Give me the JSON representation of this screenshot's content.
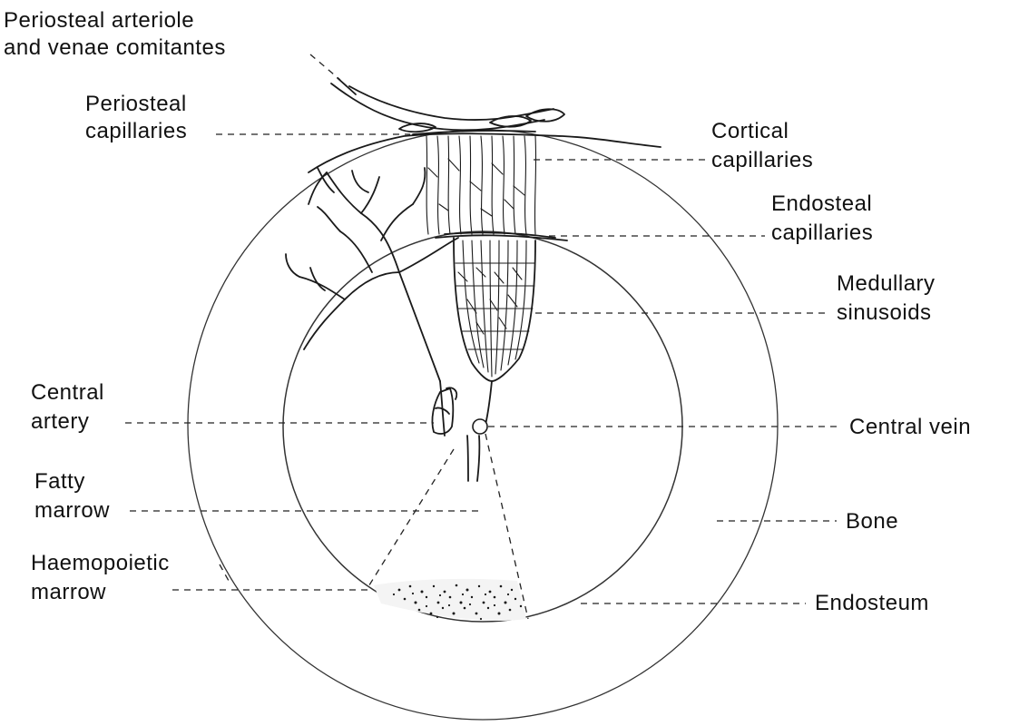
{
  "labels": {
    "periosteal_arteriole_line1": "Periosteal arteriole",
    "periosteal_arteriole_line2": "and venae comitantes",
    "periosteal_capillaries_line1": "Periosteal",
    "periosteal_capillaries_line2": "capillaries",
    "cortical_capillaries_line1": "Cortical",
    "cortical_capillaries_line2": "capillaries",
    "endosteal_capillaries_line1": "Endosteal",
    "endosteal_capillaries_line2": "capillaries",
    "medullary_sinusoids_line1": "Medullary",
    "medullary_sinusoids_line2": "sinusoids",
    "central_artery_line1": "Central",
    "central_artery_line2": "artery",
    "central_vein": "Central vein",
    "fatty_marrow_line1": "Fatty",
    "fatty_marrow_line2": "marrow",
    "bone": "Bone",
    "haemopoietic_marrow_line1": "Haemopoietic",
    "haemopoietic_marrow_line2": "marrow",
    "endosteum": "Endosteum"
  },
  "colors": {
    "ink": "#1a1a1a",
    "background": "#ffffff"
  }
}
